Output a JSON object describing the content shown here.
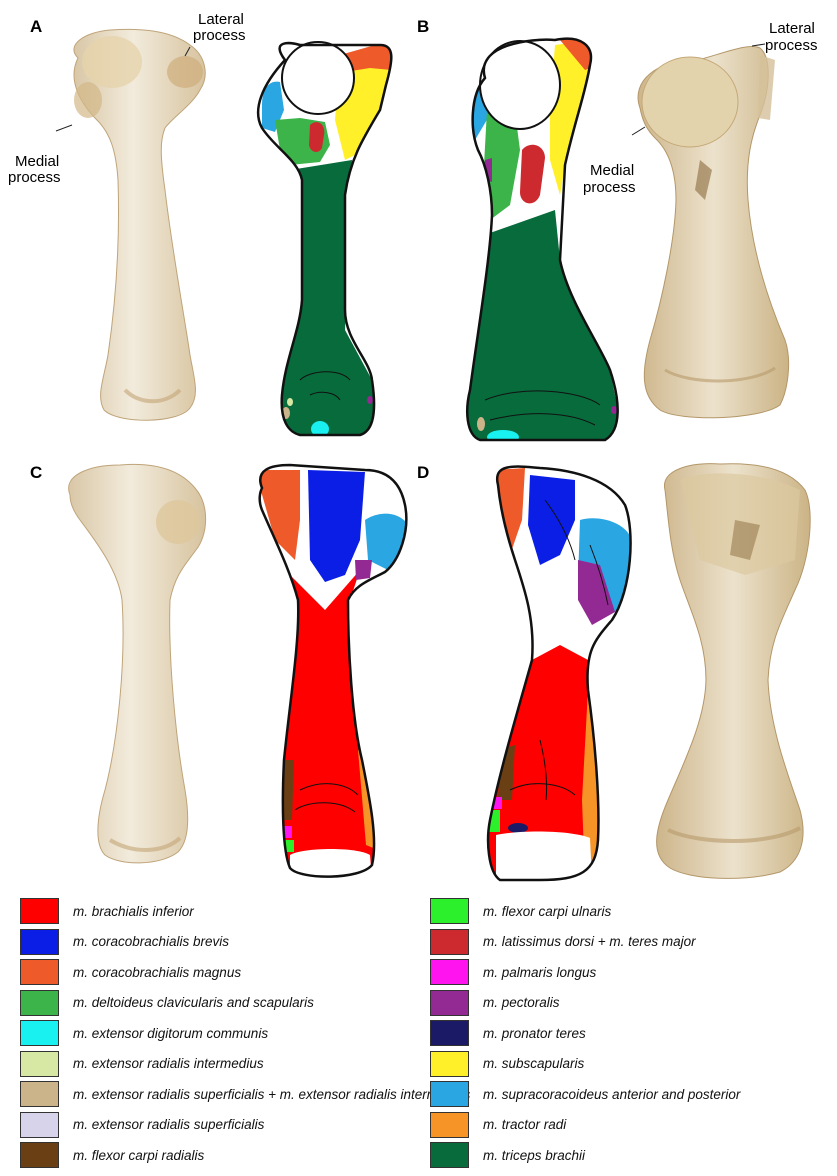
{
  "panels": {
    "A": {
      "letter": "A"
    },
    "B": {
      "letter": "B"
    },
    "C": {
      "letter": "C"
    },
    "D": {
      "letter": "D"
    }
  },
  "callouts": {
    "A_lateral": [
      "Lateral",
      "process"
    ],
    "A_medial": [
      "Medial",
      "process"
    ],
    "B_lateral": [
      "Lateral",
      "process"
    ],
    "B_medial": [
      "Medial",
      "process"
    ]
  },
  "colors": {
    "brachialis_inferior": "#ff0000",
    "coracobrachialis_brevis": "#0a1ee6",
    "coracobrachialis_magnus": "#ee5a2a",
    "deltoideus": "#3cb44a",
    "ext_dig_communis": "#19f0f0",
    "ext_rad_intermedius": "#d7e8a5",
    "ext_rad_sup_int": "#ccb48a",
    "ext_rad_superficialis": "#d6d3ea",
    "flexor_carpi_radialis": "#6b3f14",
    "flexor_carpi_ulnaris": "#2bf02b",
    "latissimus": "#cc2a2f",
    "palmaris_longus": "#ff14f0",
    "pectoralis": "#932a93",
    "pronator_teres": "#1b1a66",
    "subscapularis": "#fff029",
    "supracoracoideus": "#2aa6e3",
    "tractor_radi": "#f79427",
    "triceps_brachii": "#086b3c",
    "bone_photo": "#e9dfc9",
    "bone_shade": "#c9ad82"
  },
  "legend": {
    "left": [
      {
        "label": "m. brachialis inferior",
        "color": "#ff0000"
      },
      {
        "label": "m. coracobrachialis brevis",
        "color": "#0a1ee6"
      },
      {
        "label": "m. coracobrachialis magnus",
        "color": "#ee5a2a"
      },
      {
        "label": "m. deltoideus clavicularis and scapularis",
        "color": "#3cb44a"
      },
      {
        "label": "m. extensor digitorum communis",
        "color": "#19f0f0"
      },
      {
        "label": "m. extensor radialis intermedius",
        "color": "#d7e8a5"
      },
      {
        "label": "m. extensor radialis superficialis + m. extensor radialis intermedius",
        "color": "#ccb48a"
      },
      {
        "label": "m. extensor radialis superficialis",
        "color": "#d6d3ea"
      },
      {
        "label": "m. flexor carpi radialis",
        "color": "#6b3f14"
      }
    ],
    "right": [
      {
        "label": "m. flexor carpi ulnaris",
        "color": "#2bf02b"
      },
      {
        "label": "m. latissimus dorsi + m. teres major",
        "color": "#cc2a2f"
      },
      {
        "label": "m. palmaris longus",
        "color": "#ff14f0"
      },
      {
        "label": "m. pectoralis",
        "color": "#932a93"
      },
      {
        "label": "m. pronator teres",
        "color": "#1b1a66"
      },
      {
        "label": "m. subscapularis",
        "color": "#fff029"
      },
      {
        "label": "m. supracoracoideus anterior and posterior",
        "color": "#2aa6e3"
      },
      {
        "label": "m. tractor radi",
        "color": "#f79427"
      },
      {
        "label": "m. triceps brachii",
        "color": "#086b3c"
      }
    ]
  }
}
